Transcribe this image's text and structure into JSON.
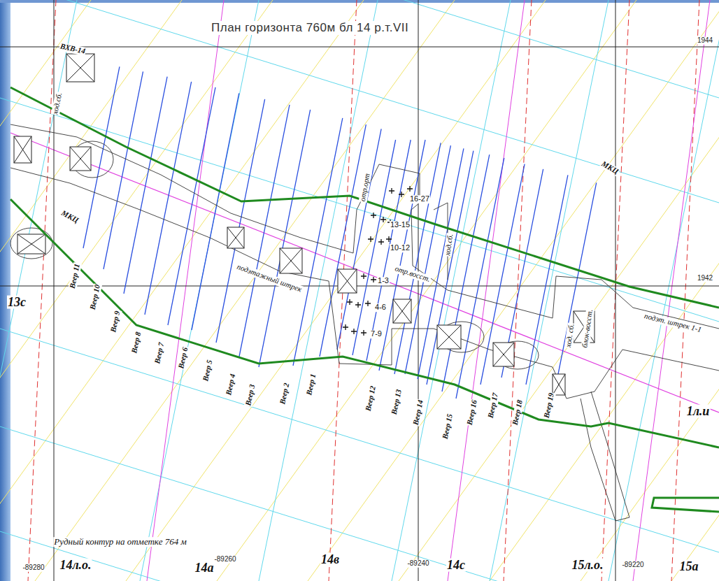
{
  "diagram": {
    "title": "План горизонта 760м бл 14 р.т.VII",
    "labels": [
      "1944",
      "1942",
      "ВХВ-14",
      "ход.сб.",
      "МКЦ",
      "МКЦ",
      "Веер 11",
      "Веер 10",
      "Веер 9",
      "Веер 8",
      "Веер 7",
      "Веер 6",
      "Веер 5",
      "Веер 4",
      "Веер 3",
      "Веер 2",
      "Веер 1",
      "Веер 12",
      "Веер 13",
      "Веер 14",
      "Веер 15",
      "Веер 16",
      "Веер 17",
      "Веер 18",
      "Веер 19",
      "подэтажный штрек",
      "отр.восст.",
      "отр.орт",
      "ход.сб.",
      "ход. сб.",
      "блок-восст.",
      "16-27",
      "13-15",
      "10-12",
      "1-3",
      "4-6",
      "7-9",
      "13с",
      "-89280",
      "14л.о.",
      "14а",
      "-89260",
      "14в",
      "-89240",
      "14с",
      "15л.о.",
      "-89220",
      "15а",
      "Рудный контур на отметке 764 м",
      "подэт. штрек 1-1",
      "1л.и"
    ]
  }
}
